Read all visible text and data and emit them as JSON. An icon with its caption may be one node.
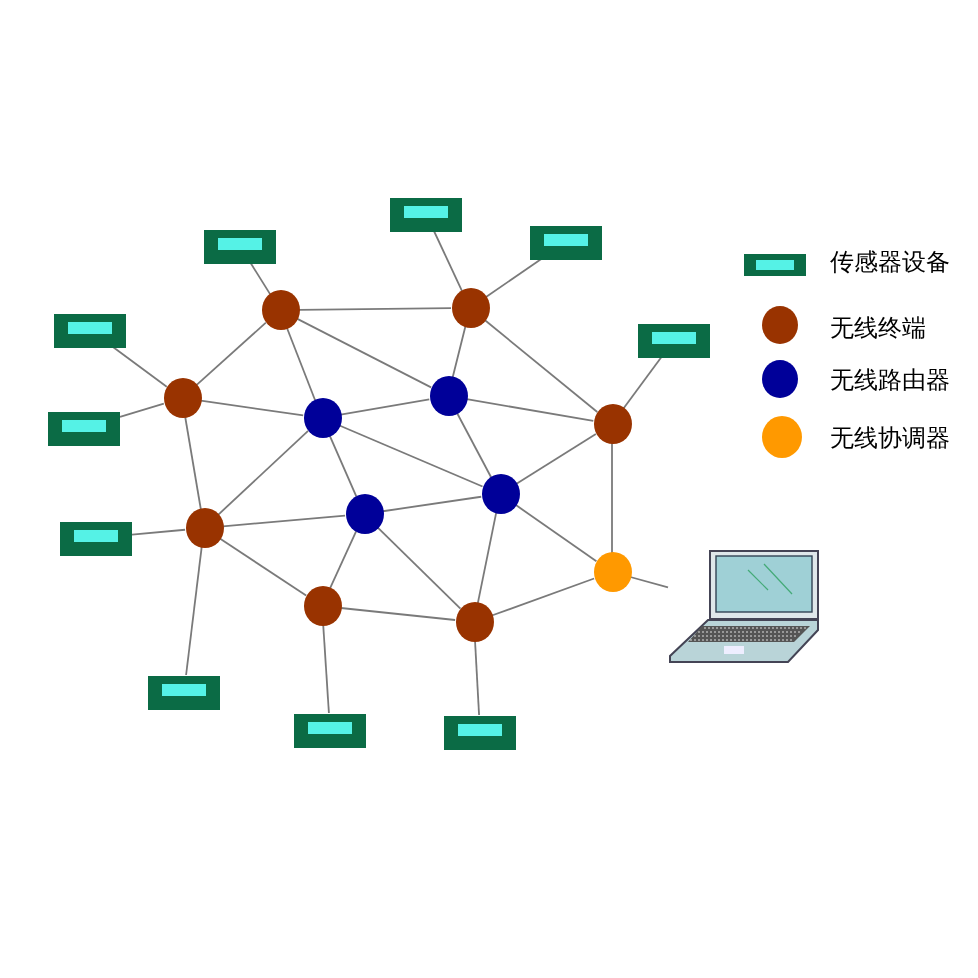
{
  "diagram": {
    "nodes": [
      {
        "text": [],
        "shape": "box"
      },
      {
        "text": [],
        "shape": "box"
      },
      {
        "text": [],
        "shape": "box"
      },
      {
        "text": [],
        "shape": "circle"
      },
      {
        "text": [],
        "shape": "circle"
      },
      {
        "text": [],
        "shape": "box"
      },
      {
        "text": [],
        "shape": "box"
      },
      {
        "text": [],
        "shape": "circle"
      },
      {
        "text": [],
        "shape": "circle"
      },
      {
        "text": [],
        "shape": "circle"
      },
      {
        "text": [],
        "shape": "circle"
      },
      {
        "text": [],
        "shape": "box"
      },
      {
        "text": [],
        "shape": "circle"
      },
      {
        "text": [],
        "shape": "circle"
      },
      {
        "text": [],
        "shape": "circle"
      },
      {
        "text": [],
        "shape": "box"
      },
      {
        "text": [],
        "shape": "circle"
      },
      {
        "text": [],
        "shape": "picture"
      },
      {
        "text": [],
        "shape": "circle"
      },
      {
        "text": [],
        "shape": "circle"
      },
      {
        "text": [],
        "shape": "box"
      },
      {
        "text": [],
        "shape": "box"
      },
      {
        "text": [],
        "shape": "box"
      }
    ],
    "edges": [
      {
        "from": 3,
        "to": 4,
        "arrow": "none"
      },
      {
        "from": 3,
        "to": 8,
        "arrow": "none"
      },
      {
        "from": 3,
        "to": 9,
        "arrow": "none"
      },
      {
        "from": 3,
        "to": 7,
        "arrow": "none"
      },
      {
        "from": 2,
        "to": 3,
        "arrow": "none"
      },
      {
        "from": 4,
        "to": 7,
        "arrow": "none"
      },
      {
        "from": 4,
        "to": 10,
        "arrow": "none"
      },
      {
        "from": 0,
        "to": 4,
        "arrow": "none"
      },
      {
        "from": 1,
        "to": 4,
        "arrow": "none"
      },
      {
        "from": 8,
        "to": 9,
        "arrow": "none"
      },
      {
        "from": 8,
        "to": 14,
        "arrow": "none"
      },
      {
        "from": 5,
        "to": 8,
        "arrow": "none"
      },
      {
        "from": 11,
        "to": 8,
        "arrow": "none"
      },
      {
        "from": 9,
        "to": 7,
        "arrow": "none"
      },
      {
        "from": 9,
        "to": 13,
        "arrow": "none"
      },
      {
        "from": 9,
        "to": 12,
        "arrow": "none"
      },
      {
        "from": 14,
        "to": 9,
        "arrow": "none"
      },
      {
        "from": 7,
        "to": 10,
        "arrow": "none"
      },
      {
        "from": 7,
        "to": 12,
        "arrow": "none"
      },
      {
        "from": 14,
        "to": 13,
        "arrow": "none"
      },
      {
        "from": 14,
        "to": 18,
        "arrow": "none"
      },
      {
        "from": 15,
        "to": 14,
        "arrow": "none"
      },
      {
        "from": 14,
        "to": 20,
        "arrow": "none"
      },
      {
        "from": 13,
        "to": 12,
        "arrow": "none"
      },
      {
        "from": 13,
        "to": 18,
        "arrow": "none"
      },
      {
        "from": 13,
        "to": 19,
        "arrow": "none"
      },
      {
        "from": 12,
        "to": 10,
        "arrow": "none"
      },
      {
        "from": 12,
        "to": 16,
        "arrow": "none"
      },
      {
        "from": 12,
        "to": 19,
        "arrow": "none"
      },
      {
        "from": 10,
        "to": 16,
        "arrow": "none"
      },
      {
        "from": 6,
        "to": 10,
        "arrow": "none"
      },
      {
        "from": 19,
        "to": 18,
        "arrow": "none"
      },
      {
        "from": 19,
        "to": 16,
        "arrow": "none"
      },
      {
        "from": 16,
        "to": 17,
        "arrow": "none"
      },
      {
        "from": 18,
        "to": 21,
        "arrow": "none"
      },
      {
        "from": 19,
        "to": 22,
        "arrow": "none"
      }
    ],
    "legend": [
      {
        "text": "传感器设备"
      },
      {
        "text": "无线终端",
        "color": "#993300"
      },
      {
        "text": "无线路由器",
        "color": "#000099"
      },
      {
        "text": "无线协调器",
        "color": "#ff9900"
      }
    ]
  }
}
